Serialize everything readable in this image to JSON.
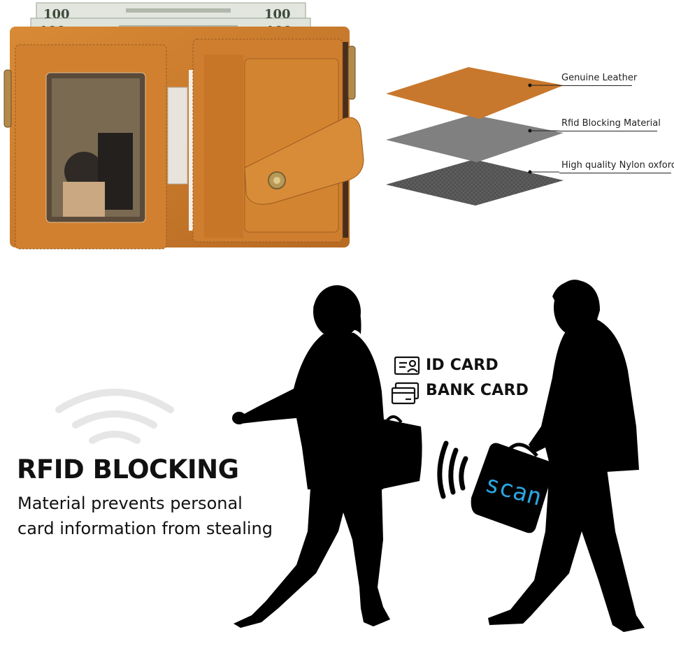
{
  "layers": {
    "top_label": "Genuine Leather",
    "middle_label": "Rfid Blocking Material",
    "bottom_label": "High quality Nylon oxford"
  },
  "cards": {
    "id_label": "ID CARD",
    "bank_label": "BANK CARD"
  },
  "rfid": {
    "title": "RFID BLOCKING",
    "description_line1": "Material prevents personal",
    "description_line2": "card information from stealing"
  },
  "scanner": {
    "label": "scan"
  },
  "colors": {
    "leather": "#c8782c",
    "rfid_layer": "#7a7a7a",
    "nylon_layer": "#555555",
    "scan_text": "#2ba6e0",
    "silhouette": "#000000"
  }
}
